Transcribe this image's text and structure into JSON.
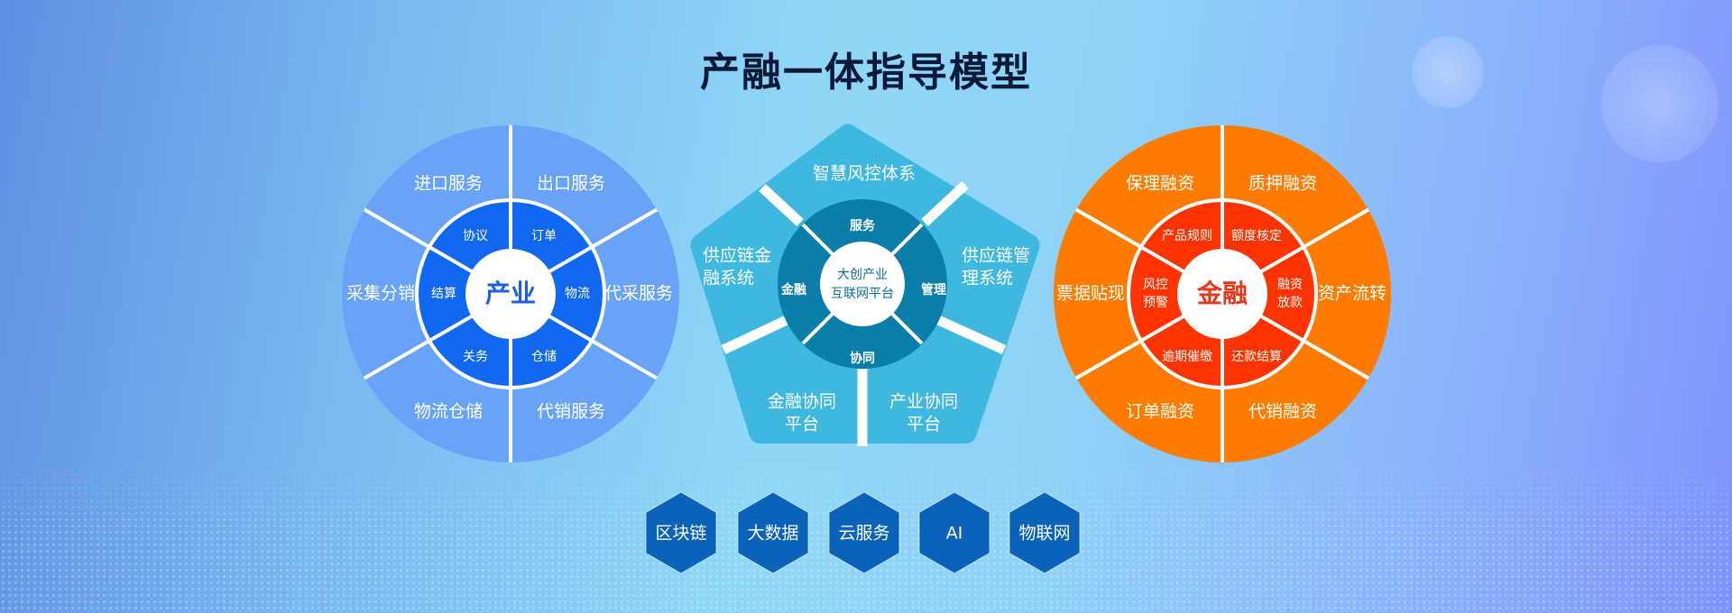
{
  "title": "产融一体指导模型",
  "industry": {
    "center": "产业",
    "inner": [
      "协议",
      "订单",
      "物流",
      "仓储",
      "关务",
      "结算"
    ],
    "outer": [
      "进口服务",
      "出口服务",
      "代采服务",
      "代销服务",
      "物流仓储",
      "采集分销"
    ]
  },
  "platform": {
    "center": [
      "大创产业",
      "互联网平台"
    ],
    "inner": [
      "服务",
      "管理",
      "协同",
      "金融"
    ],
    "outer": {
      "top": "智慧风控体系",
      "left": [
        "供应链金",
        "融系统"
      ],
      "right": [
        "供应链管",
        "理系统"
      ],
      "bottom_left": [
        "金融协同",
        "平台"
      ],
      "bottom_right": [
        "产业协同",
        "平台"
      ]
    }
  },
  "finance": {
    "center": "金融",
    "inner": [
      "产品规则",
      "额度核定",
      [
        "融资",
        "放款"
      ],
      "还款结算",
      "逾期催缴",
      [
        "风控",
        "预警"
      ]
    ],
    "outer": [
      "保理融资",
      "质押融资",
      "资产流转",
      "代销融资",
      "订单融资",
      "票据贴现"
    ]
  },
  "tech": [
    "区块链",
    "大数据",
    "云服务",
    "AI",
    "物联网"
  ],
  "colors": {
    "industry_outer": "#69a3f8",
    "industry_inner": "#1168f0",
    "platform_outer": "#3fb8e0",
    "platform_inner": "#0a7ea8",
    "finance_outer": "#ff7b00",
    "finance_inner": "#ff3300",
    "hex": "#0a63b8"
  }
}
